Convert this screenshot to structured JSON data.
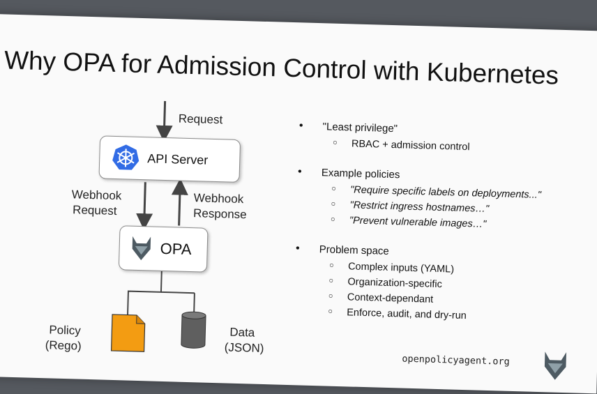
{
  "slide": {
    "title": "Why OPA for Admission Control with Kubernetes",
    "footer_url": "openpolicyagent.org"
  },
  "diagram": {
    "request_label": "Request",
    "api_server_label": "API Server",
    "webhook_request_line1": "Webhook",
    "webhook_request_line2": "Request",
    "webhook_response_line1": "Webhook",
    "webhook_response_line2": "Response",
    "opa_label": "OPA",
    "policy_line1": "Policy",
    "policy_line2": "(Rego)",
    "data_line1": "Data",
    "data_line2": "(JSON)",
    "icons": [
      "kubernetes-icon",
      "opa-logo-icon",
      "policy-document-icon",
      "database-icon"
    ],
    "colors": {
      "kubernetes": "#326ce5",
      "policy": "#f39c12",
      "database": "#5f5f5f",
      "opa_logo": "#4d5a62"
    }
  },
  "bullets": [
    {
      "text": "\"Least privilege\"",
      "sub": [
        {
          "text": "RBAC + admission control",
          "italic": false
        }
      ]
    },
    {
      "text": "Example policies",
      "sub": [
        {
          "text": "\"Require specific labels on deployments...\"",
          "italic": true
        },
        {
          "text": "\"Restrict ingress hostnames…\"",
          "italic": true
        },
        {
          "text": "\"Prevent vulnerable images…\"",
          "italic": true
        }
      ]
    },
    {
      "text": "Problem space",
      "sub": [
        {
          "text": "Complex inputs (YAML)",
          "italic": false
        },
        {
          "text": "Organization-specific",
          "italic": false
        },
        {
          "text": "Context-dependant",
          "italic": false
        },
        {
          "text": "Enforce, audit, and dry-run",
          "italic": false
        }
      ]
    }
  ]
}
